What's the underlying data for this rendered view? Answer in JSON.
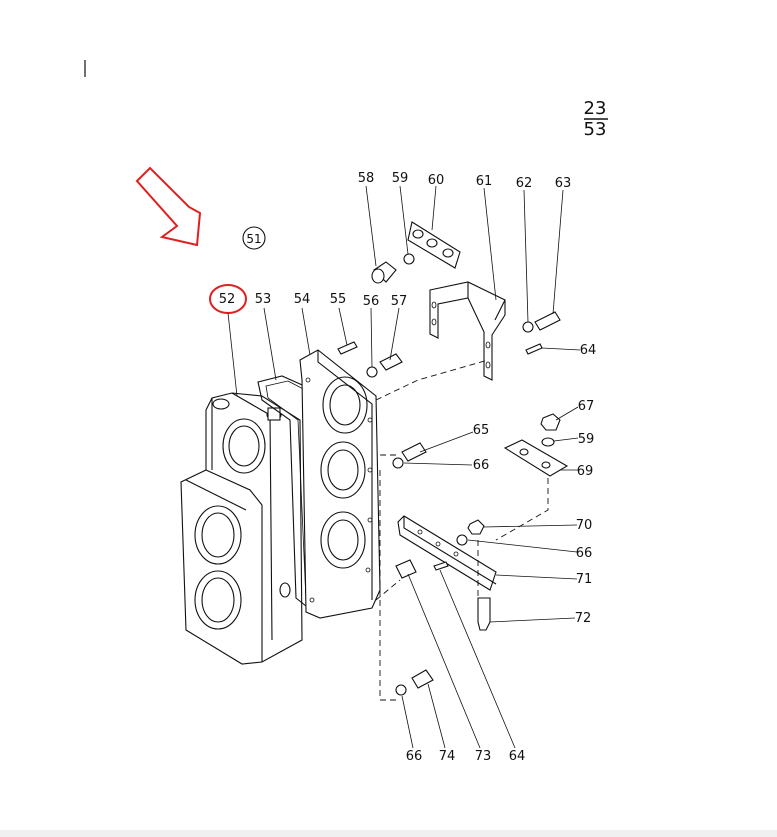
{
  "page_ref": {
    "numerator": "23",
    "denominator": "53"
  },
  "group_label": "51",
  "highlighted_part": "52",
  "colors": {
    "highlight": "#e02020",
    "ink": "#111111"
  },
  "callouts": [
    "52",
    "53",
    "54",
    "55",
    "56",
    "57",
    "58",
    "59",
    "60",
    "61",
    "62",
    "63",
    "64",
    "65",
    "66",
    "67",
    "59",
    "69",
    "70",
    "66",
    "71",
    "72",
    "66",
    "74",
    "73",
    "64"
  ]
}
